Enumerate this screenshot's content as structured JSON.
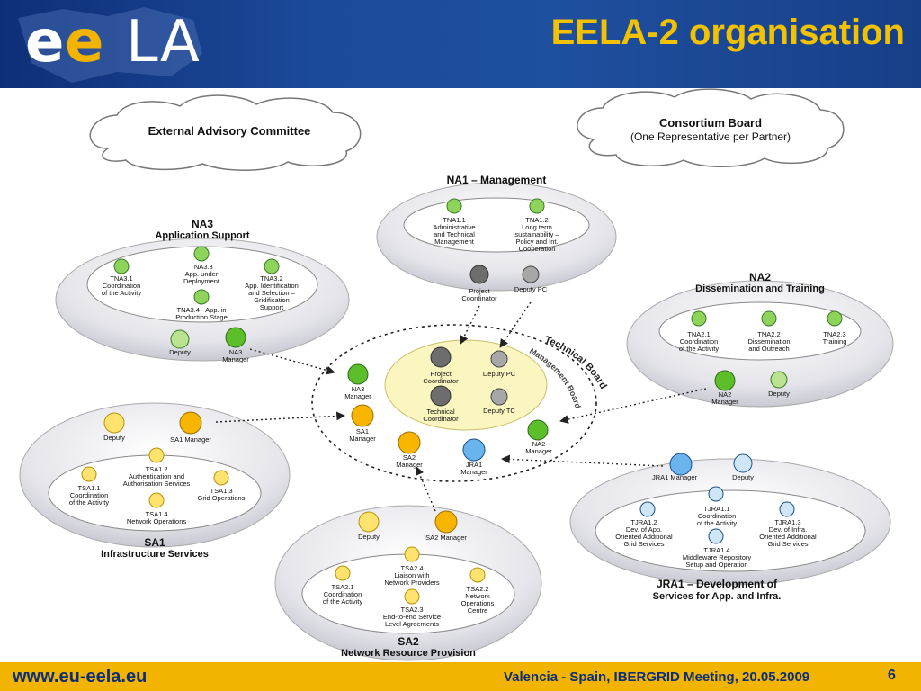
{
  "header": {
    "logo": [
      "e",
      "e",
      "L",
      "A"
    ],
    "title": "EELA-2 organisation"
  },
  "footer": {
    "url": "www.eu-eela.eu",
    "event": "Valencia - Spain, IBERGRID Meeting, 20.05.2009",
    "page": "6"
  },
  "colors": {
    "header_blue": "#1c4a9b",
    "title_yellow": "#f2c200",
    "footer_yellow": "#f2b400",
    "green": "#8fd45a",
    "yellow": "#ffe36e",
    "orange": "#f7b500",
    "light_blue": "#cfe6f7",
    "blue": "#69b4ec",
    "gray": "#a7a7a7",
    "dark_gray": "#6d6d6d"
  },
  "clouds": {
    "external": "External Advisory Committee",
    "consortium_title": "Consortium Board",
    "consortium_sub": "(One Representative per Partner)"
  },
  "na1": {
    "title": "NA1 – Management",
    "tna11": [
      "TNA1.1",
      "Administrative",
      "and Technical",
      "Management"
    ],
    "tna12": [
      "TNA1.2",
      "Long term",
      "sustainability –",
      "Policy and Int.",
      "Cooperation"
    ],
    "pc": [
      "Project",
      "Coordinator"
    ],
    "deputy": "Deputy PC"
  },
  "na3": {
    "title1": "NA3",
    "title2": "Application Support",
    "tna31": [
      "TNA3.1",
      "Coordination",
      "of the Activity"
    ],
    "tna33": [
      "TNA3.3",
      "App. under",
      "Deployment"
    ],
    "tna32": [
      "TNA3.2",
      "App. Identification",
      "and Selection –",
      "Gridification",
      "Support"
    ],
    "tna34": [
      "TNA3.4 - App. in",
      "Production Stage"
    ],
    "deputy": "Deputy",
    "manager": [
      "NA3",
      "Manager"
    ]
  },
  "na2": {
    "title1": "NA2",
    "title2": "Dissemination and Training",
    "tna21": [
      "TNA2.1",
      "Coordination",
      "of the Activity"
    ],
    "tna22": [
      "TNA2.2",
      "Dissemination",
      "and Outreach"
    ],
    "tna23": [
      "TNA2.3",
      "Training"
    ],
    "manager": [
      "NA2",
      "Manager"
    ],
    "deputy": "Deputy"
  },
  "sa1": {
    "title1": "SA1",
    "title2": "Infrastructure Services",
    "deputy": "Deputy",
    "manager": "SA1 Manager",
    "tsa12": [
      "TSA1.2",
      "Authentication and",
      "Authorisation Services"
    ],
    "tsa11": [
      "TSA1.1",
      "Coordination",
      "of the Activity"
    ],
    "tsa13": [
      "TSA1.3",
      "Grid Operations"
    ],
    "tsa14": [
      "TSA1.4",
      "Network Operations"
    ]
  },
  "sa2": {
    "title1": "SA2",
    "title2": "Network Resource Provision",
    "deputy": "Deputy",
    "manager": "SA2 Manager",
    "tsa24": [
      "TSA2.4",
      "Liaison with",
      "Network Providers"
    ],
    "tsa21": [
      "TSA2.1",
      "Coordination",
      "of the Activity"
    ],
    "tsa22": [
      "TSA2.2",
      "Network",
      "Operations",
      "Centre"
    ],
    "tsa23": [
      "TSA2.3",
      "End-to-end Service",
      "Level Agreements"
    ]
  },
  "jra1": {
    "title1": "JRA1 – Development of",
    "title2": "Services for App. and Infra.",
    "manager": "JRA1 Manager",
    "deputy": "Deputy",
    "tjra11": [
      "TJRA1.1",
      "Coordination",
      "of the Activity"
    ],
    "tjra12": [
      "TJRA1.2",
      "Dev. of App.",
      "Oriented Additional",
      "Grid Services"
    ],
    "tjra13": [
      "TJRA1.3",
      "Dev. of Infra.",
      "Oriented Additional",
      "Grid Services"
    ],
    "tjra14": [
      "TJRA1.4",
      "Middleware Repository",
      "Setup and Operation"
    ]
  },
  "center": {
    "board_label": "Technical Board",
    "mgmt_label": "Management Board",
    "pc": [
      "Project",
      "Coordinator"
    ],
    "deputy_pc": "Deputy PC",
    "tc": [
      "Technical",
      "Coordinator"
    ],
    "deputy_tc": "Deputy TC",
    "na3": [
      "NA3",
      "Manager"
    ],
    "sa1": [
      "SA1",
      "Manager"
    ],
    "sa2": [
      "SA2",
      "Manager"
    ],
    "jra1": [
      "JRA1",
      "Manager"
    ],
    "na2": [
      "NA2",
      "Manager"
    ]
  }
}
